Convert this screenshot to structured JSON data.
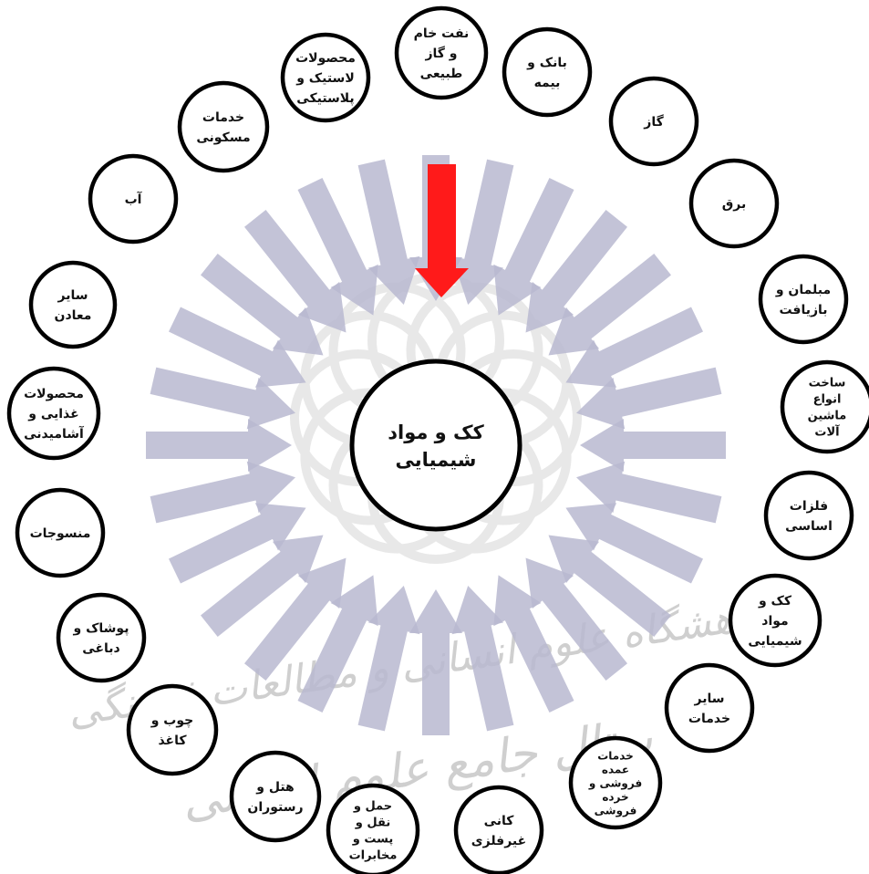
{
  "center": {
    "label_lines": [
      "کک و مواد",
      "شیمیایی"
    ]
  },
  "nodes": [
    {
      "id": "crude-oil-gas",
      "lines": [
        "نفت خام",
        "و گاز",
        "طبیعی"
      ]
    },
    {
      "id": "bank-insurance",
      "lines": [
        "بانک و",
        "بیمه"
      ]
    },
    {
      "id": "gas",
      "lines": [
        "گاز"
      ]
    },
    {
      "id": "electricity",
      "lines": [
        "برق"
      ]
    },
    {
      "id": "furniture-recycling",
      "lines": [
        "مبلمان و",
        "بازیافت"
      ]
    },
    {
      "id": "machinery",
      "lines": [
        "ساخت",
        "انواع",
        "ماشین",
        "آلات"
      ]
    },
    {
      "id": "basic-metals",
      "lines": [
        "فلزات",
        "اساسی"
      ]
    },
    {
      "id": "coke-chemicals",
      "lines": [
        "کک و",
        "مواد",
        "شیمیایی"
      ]
    },
    {
      "id": "other-services",
      "lines": [
        "سایر",
        "خدمات"
      ]
    },
    {
      "id": "wholesale-retail",
      "lines": [
        "خدمات",
        "عمده",
        "فروشی و",
        "خرده",
        "فروشی"
      ]
    },
    {
      "id": "non-metallic-minerals",
      "lines": [
        "کانی",
        "غیرفلزی"
      ]
    },
    {
      "id": "transport-post",
      "lines": [
        "حمل و",
        "نقل و",
        "پست و",
        "مخابرات"
      ]
    },
    {
      "id": "hotel-restaurant",
      "lines": [
        "هتل و",
        "رستوران"
      ]
    },
    {
      "id": "wood-paper",
      "lines": [
        "چوب و",
        "کاغذ"
      ]
    },
    {
      "id": "clothing-tanning",
      "lines": [
        "پوشاک و",
        "دباغی"
      ]
    },
    {
      "id": "textiles",
      "lines": [
        "منسوجات"
      ]
    },
    {
      "id": "food-beverage",
      "lines": [
        "محصولات",
        "غذایی و",
        "آشامیدنی"
      ]
    },
    {
      "id": "other-mining",
      "lines": [
        "سایر",
        "معادن"
      ]
    },
    {
      "id": "water",
      "lines": [
        "آب"
      ]
    },
    {
      "id": "residential-services",
      "lines": [
        "خدمات",
        "مسکونی"
      ]
    },
    {
      "id": "rubber-plastic",
      "lines": [
        "محصولات",
        "لاستیک و",
        "پلاستیکی"
      ]
    }
  ],
  "watermark": {
    "line1": "پژوهشگاه علوم انسانی و مطالعات فرهنگی",
    "line2": "پرتال جامع علوم انسانی"
  },
  "colors": {
    "arrow_fill": "#b9b8d0",
    "highlight_arrow": "#ff1a1a",
    "circle_stroke": "#000000",
    "background": "#ffffff",
    "watermark": "#cfcfcf"
  },
  "icons": {
    "highlight": "down-arrow-icon",
    "spoke": "inward-arrow-icon"
  }
}
